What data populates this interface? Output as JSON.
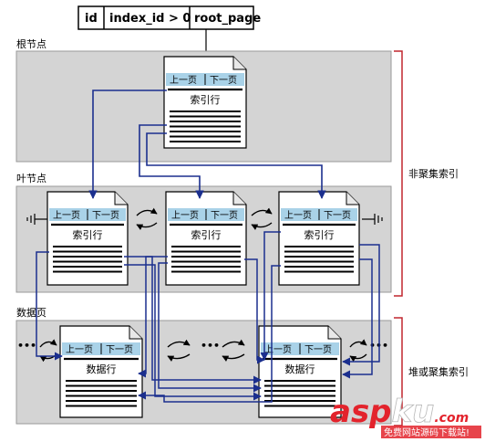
{
  "header": {
    "cells": [
      "id",
      "index_id > 0",
      "root_page"
    ]
  },
  "levels": {
    "root": "根节点",
    "leaf": "叶节点",
    "data": "数据页"
  },
  "brackets": {
    "nonclustered": "非聚集索引",
    "heap_or_clustered": "堆或聚集索引"
  },
  "page": {
    "prev": "上一页",
    "next": "下一页"
  },
  "labels": {
    "index_row": "索引行",
    "data_row": "数据行"
  },
  "ellipsis": "•••",
  "watermark": {
    "brand_left": "asp",
    "brand_right": "ku",
    "brand_suffix": ".com",
    "tagline": "免费网站源码下载站!"
  },
  "colors": {
    "band": "#d4d4d4",
    "tab": "#a9d2e8",
    "arrow": "#1b2f8e",
    "bracket": "#c0262e",
    "brand_red": "#e3232c"
  }
}
